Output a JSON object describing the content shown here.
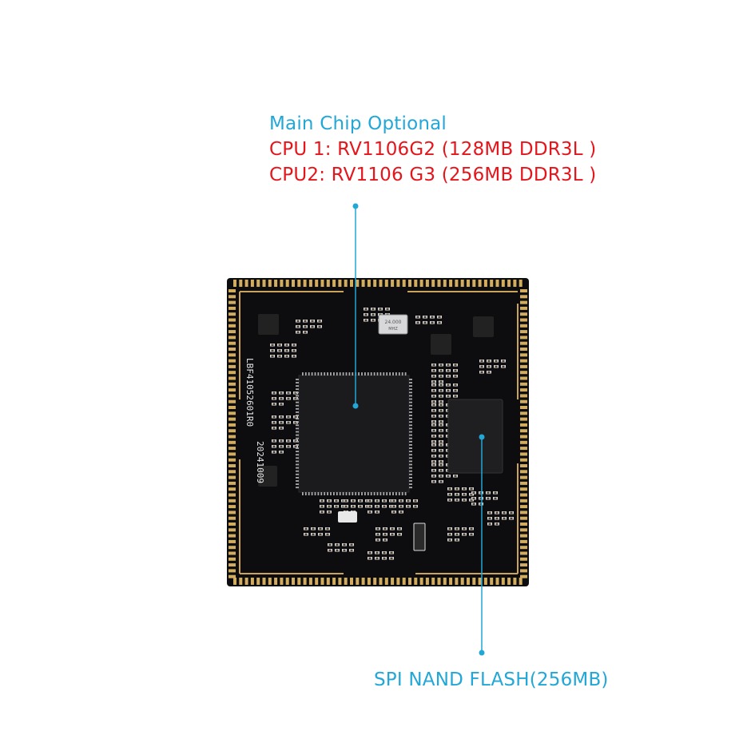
{
  "annotations": {
    "main_chip": {
      "title": "Main Chip Optional",
      "cpu1": "CPU 1: RV1106G2 (128MB DDR3L )",
      "cpu2": "CPU2: RV1106 G3 (256MB DDR3L )"
    },
    "flash": {
      "label": "SPI NAND FLASH(256MB)"
    }
  },
  "board": {
    "silkscreen_id": "LBF41052601R0",
    "date_code": "20241009",
    "crystal_label": "24.000",
    "crystal_sub": "MHZ"
  },
  "colors": {
    "callout": "#22a7d6",
    "cpu_text": "#e4161c",
    "board": "#0d0d0f",
    "gold": "#d2ad5f"
  }
}
